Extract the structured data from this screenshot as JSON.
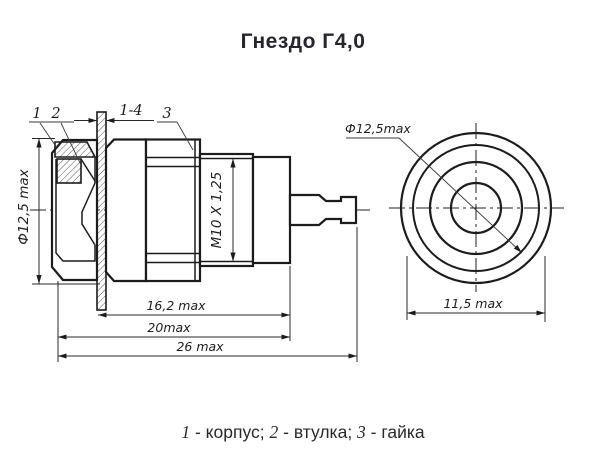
{
  "title": "Гнездо Г4,0",
  "side_view": {
    "part_labels": {
      "body": "1",
      "bushing": "2",
      "nut": "3"
    },
    "panel_thickness": "1-4",
    "dim_head_diameter": "Ф12,5 max",
    "dim_thread": "М10 Х 1,25",
    "dim_depth": "16,2 max",
    "dim_body_length": "20max",
    "dim_total_length": "26 max"
  },
  "front_view": {
    "dim_diameter": "Ф12,5max",
    "dim_width": "11,5 max"
  },
  "caption": {
    "dash": " - ",
    "separator": "; ",
    "items": [
      {
        "num": "1",
        "name": "корпус"
      },
      {
        "num": "2",
        "name": "втулка"
      },
      {
        "num": "3",
        "name": "гайка"
      }
    ]
  },
  "colors": {
    "line": "#1c1c1c",
    "text": "#26262e",
    "background": "#ffffff"
  }
}
